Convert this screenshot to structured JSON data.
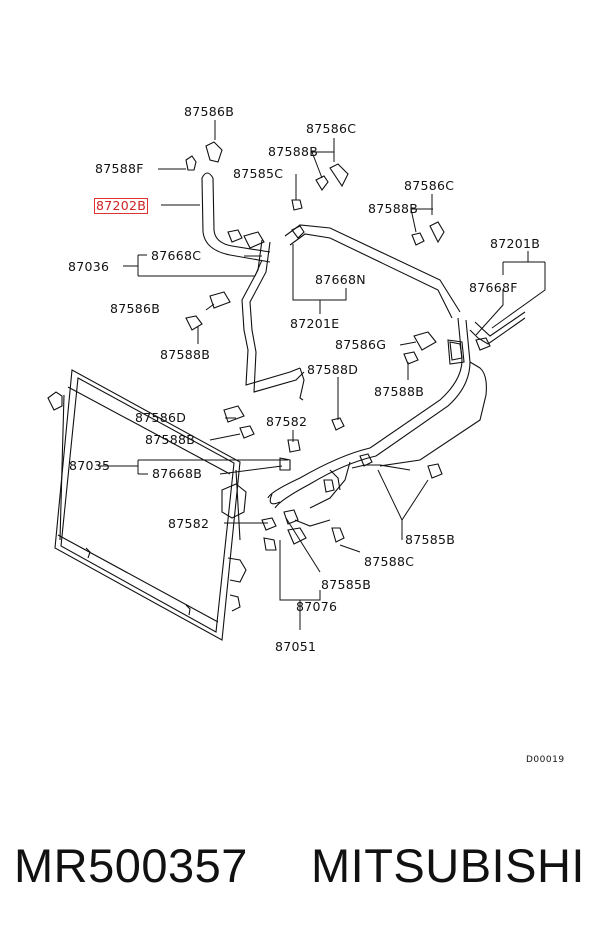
{
  "labels": {
    "l87586B_top": "87586B",
    "l87588F": "87588F",
    "l87202B": "87202B",
    "l87036": "87036",
    "l87668C": "87668C",
    "l87586C_1": "87586C",
    "l87588B_1": "87588B",
    "l87585C": "87585C",
    "l87668N": "87668N",
    "l87201E": "87201E",
    "l87586C_2": "87586C",
    "l87588B_2": "87588B",
    "l87201B": "87201B",
    "l87668F": "87668F",
    "l87586B_mid": "87586B",
    "l87588B_mid": "87588B",
    "l87586G": "87586G",
    "l87588D": "87588D",
    "l87588B_right": "87588B",
    "l87586D": "87586D",
    "l87582_top": "87582",
    "l87588B_low": "87588B",
    "l87035": "87035",
    "l87668B": "87668B",
    "l87582_bot": "87582",
    "l87585B_right": "87585B",
    "l87588C": "87588C",
    "l87585B_low": "87585B",
    "l87076": "87076",
    "l87051": "87051"
  },
  "diagram_code": "D00019",
  "footer": {
    "part_number": "MR500357",
    "brand": "MITSUBISHI"
  }
}
